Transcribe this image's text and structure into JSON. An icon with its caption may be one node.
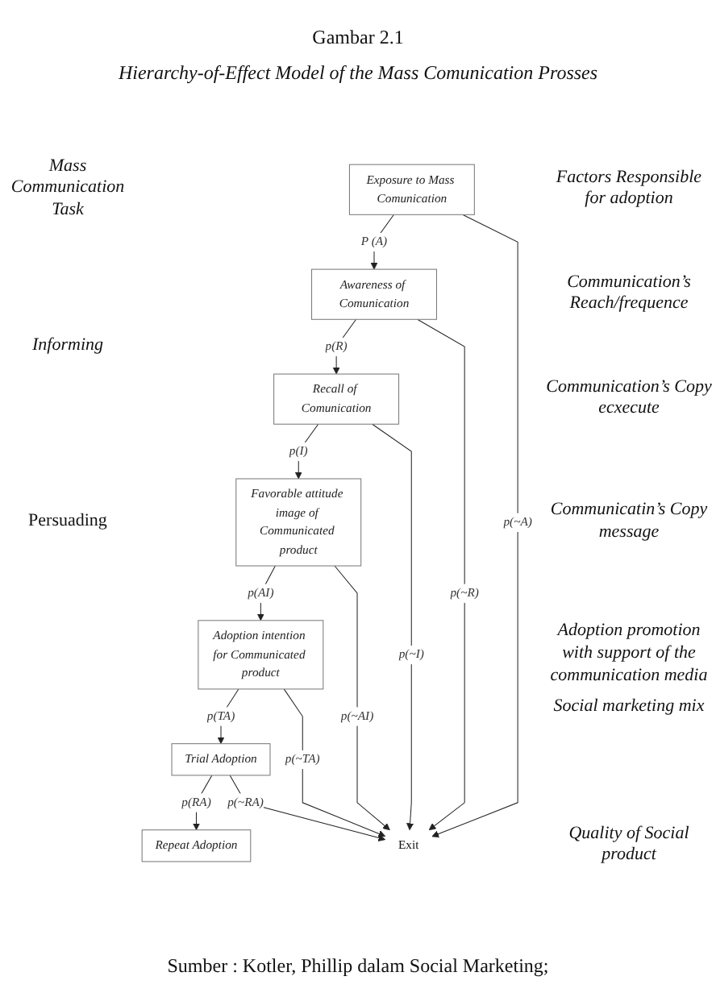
{
  "diagram": {
    "title": "Hierarchy-of-Effect Model of the Mass Comunication Prosses",
    "caption": "Sumber : Kotler, Phillip dalam Social Marketing;",
    "nodes": [
      {
        "text": [
          "Exposure to Mass Comunication"
        ]
      },
      {
        "text": [
          "Awareness of Comunication"
        ]
      },
      {
        "text": [
          "Recall of Comunication"
        ]
      },
      {
        "text": [
          "Favorable attitude image of Communicated product"
        ]
      },
      {
        "text": [
          "Adoption intention for Communicated product"
        ]
      },
      {
        "text": [
          "Trial Adoption"
        ]
      },
      {
        "text": [
          "Repeat Adoption"
        ]
      },
      {
        "text": [
          "Exit"
        ]
      }
    ],
    "edges": [
      {
        "from": 0,
        "to": 1,
        "arrow": "to",
        "label": "P (A)"
      },
      {
        "from": 0,
        "to": 7,
        "arrow": "to",
        "label": "p(~A)"
      },
      {
        "from": 1,
        "to": 2,
        "arrow": "to",
        "label": "p(R)"
      },
      {
        "from": 1,
        "to": 7,
        "arrow": "to",
        "label": "p(~R)"
      },
      {
        "from": 2,
        "to": 3,
        "arrow": "to",
        "label": "p(I)"
      },
      {
        "from": 2,
        "to": 7,
        "arrow": "to",
        "label": "p(~I)"
      },
      {
        "from": 3,
        "to": 4,
        "arrow": "to",
        "label": "p(AI)"
      },
      {
        "from": 3,
        "to": 7,
        "arrow": "to",
        "label": "p(~AI)"
      },
      {
        "from": 4,
        "to": 5,
        "arrow": "to",
        "label": "p(TA)"
      },
      {
        "from": 4,
        "to": 7,
        "arrow": "to",
        "label": "p(~TA)"
      },
      {
        "from": 5,
        "to": 6,
        "arrow": "to",
        "label": "p(RA)"
      },
      {
        "from": 5,
        "to": 7,
        "arrow": "to",
        "label": "p(~RA)"
      }
    ],
    "labels": [
      "Gambar 2.1",
      "Mass Communication Task",
      "Factors Responsible for adoption",
      "Communication’s Reach/frequence",
      "Informing",
      "Communication’s Copy ecxecute",
      "Persuading",
      "Communicatin’s Copy message",
      "Adoption promotion with support of the communication media",
      "Social marketing mix",
      "Quality of Social product"
    ]
  }
}
